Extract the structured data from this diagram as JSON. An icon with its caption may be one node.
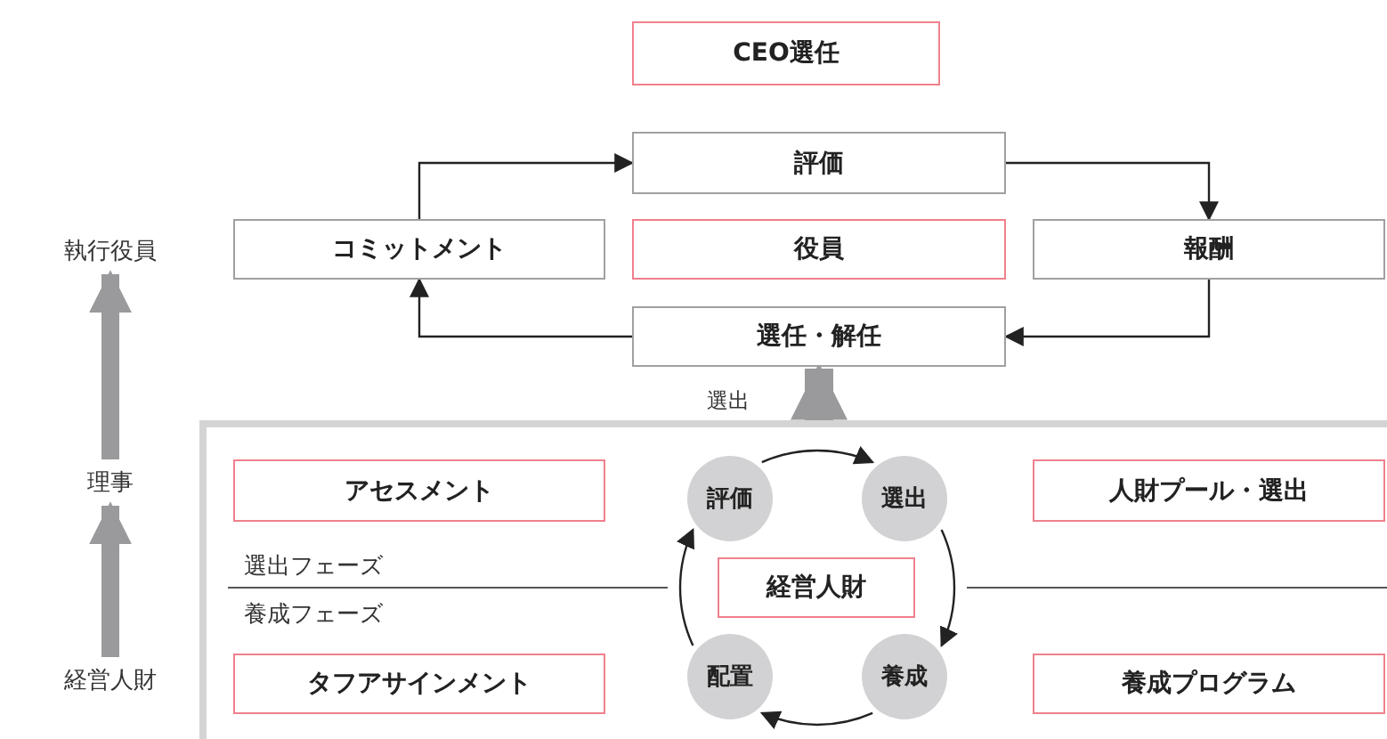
{
  "diagram": {
    "nodes": [
      {
        "text": [
          "CEO選任"
        ]
      },
      {
        "text": [
          "評価"
        ]
      },
      {
        "text": [
          "執行役員"
        ]
      },
      {
        "text": [
          "コミットメント"
        ]
      },
      {
        "text": [
          "役員"
        ]
      },
      {
        "text": [
          "報酬"
        ]
      },
      {
        "text": [
          "選任・解任"
        ]
      },
      {
        "text": [],
        "shape": "box"
      },
      {
        "text": [
          "理事"
        ]
      },
      {
        "text": [
          "アセスメント"
        ],
        "in": 7
      },
      {
        "text": [
          "評価"
        ],
        "in": 7
      },
      {
        "text": [
          "選出"
        ],
        "in": 7
      },
      {
        "text": [
          "人財プール・選出"
        ],
        "in": 7
      },
      {
        "text": [
          "経営人財"
        ],
        "in": 7
      },
      {
        "text": [
          "配置"
        ],
        "in": 7
      },
      {
        "text": [
          "養成"
        ],
        "in": 7
      },
      {
        "text": [
          "経営人財"
        ]
      },
      {
        "text": [
          "タフアサインメント"
        ],
        "in": 7
      },
      {
        "text": [
          "養成プログラム"
        ],
        "in": 7
      }
    ],
    "edges": [
      {
        "from": 3,
        "to": 1,
        "arrow": "to"
      },
      {
        "from": 1,
        "to": 5,
        "arrow": "to"
      },
      {
        "from": 5,
        "to": 6,
        "arrow": "to"
      },
      {
        "from": 6,
        "to": 3,
        "arrow": "to"
      },
      {
        "from": 7,
        "to": 6,
        "arrow": "to",
        "label": "選出",
        "style": "thick",
        "color": "#9a9a9c"
      },
      {
        "from": 8,
        "to": 2,
        "arrow": "to",
        "style": "thick",
        "color": "#9a9a9c"
      },
      {
        "from": 16,
        "to": 8,
        "arrow": "to",
        "style": "thick",
        "color": "#9a9a9c"
      },
      {
        "from": 10,
        "to": 11,
        "arrow": "to"
      },
      {
        "from": 11,
        "to": 15,
        "arrow": "to"
      },
      {
        "from": 15,
        "to": 14,
        "arrow": "to"
      },
      {
        "from": 14,
        "to": 10,
        "arrow": "to"
      }
    ],
    "labels": [
      "選出フェーズ",
      "養成フェーズ"
    ]
  }
}
